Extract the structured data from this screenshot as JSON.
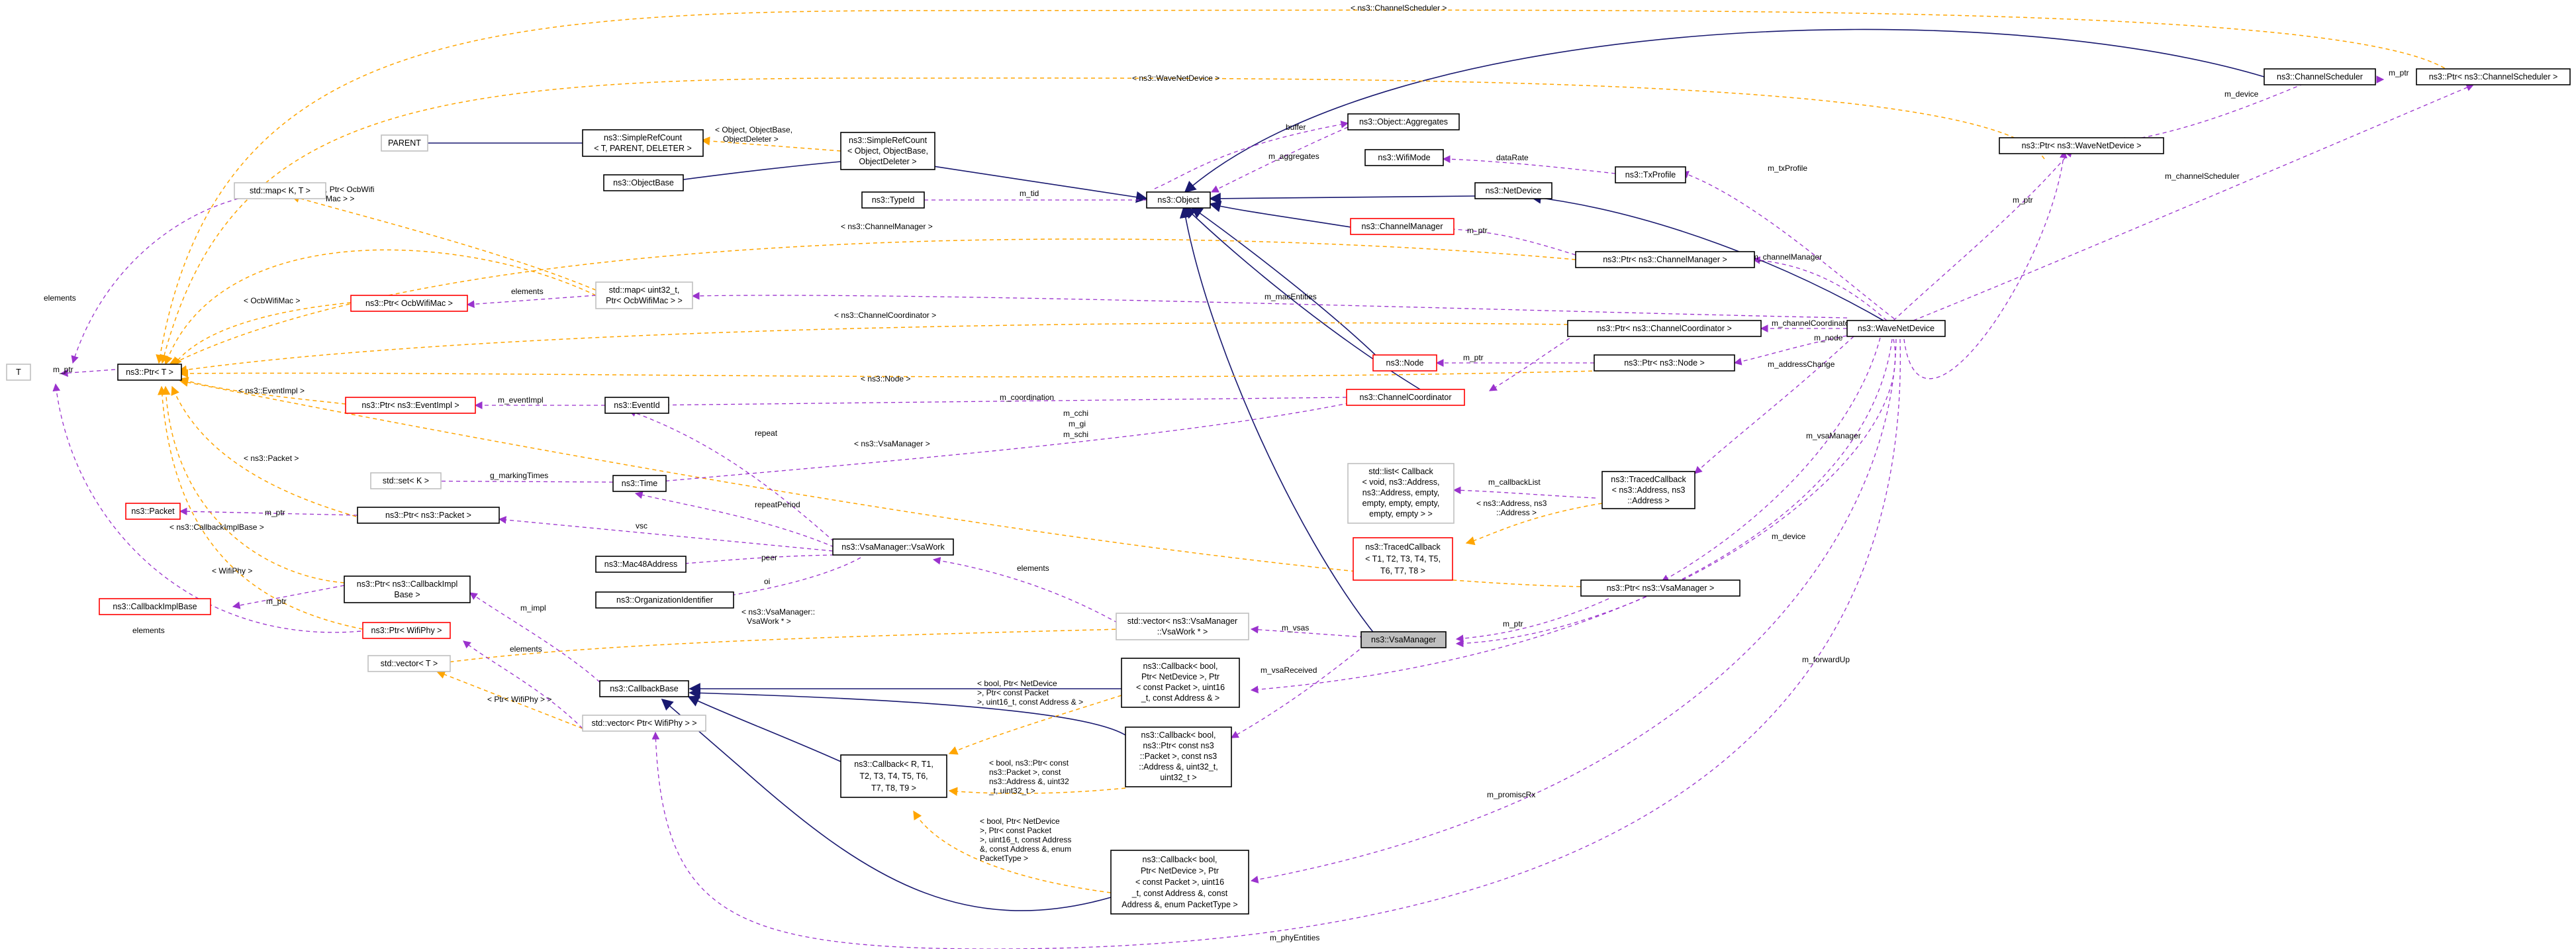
{
  "nodes": {
    "T": "T",
    "ptr_t": "ns3::Ptr< T >",
    "parent": "PARENT",
    "simplerefcount_t": [
      "ns3::SimpleRefCount",
      "< T, PARENT, DELETER >"
    ],
    "objectbase": "ns3::ObjectBase",
    "simplerefcount_obj": [
      "ns3::SimpleRefCount",
      "< Object, ObjectBase,",
      "ObjectDeleter >"
    ],
    "typeid": "ns3::TypeId",
    "object": "ns3::Object",
    "aggregates": "ns3::Object::Aggregates",
    "wifimode": "ns3::WifiMode",
    "txprofile": "ns3::TxProfile",
    "netdevice": "ns3::NetDevice",
    "channelmanager": "ns3::ChannelManager",
    "ptr_channelmanager": "ns3::Ptr< ns3::ChannelManager >",
    "ptr_channelcoordinator": "ns3::Ptr< ns3::ChannelCoordinator >",
    "node": "ns3::Node",
    "ptr_node": "ns3::Ptr< ns3::Node >",
    "channelcoordinator": "ns3::ChannelCoordinator",
    "channelscheduler": "ns3::ChannelScheduler",
    "ptr_channelscheduler": "ns3::Ptr< ns3::ChannelScheduler >",
    "ptr_wavenetdevice": "ns3::Ptr< ns3::WaveNetDevice >",
    "wavenetdevice": "ns3::WaveNetDevice",
    "map_k_t": "std::map< K, T >",
    "map_uint32": [
      "std::map< uint32_t,",
      "Ptr< OcbWifiMac > >"
    ],
    "ptr_ocbwifimac": "ns3::Ptr< OcbWifiMac >",
    "ptr_eventimpl": "ns3::Ptr< ns3::EventImpl >",
    "eventid": "ns3::EventId",
    "set_k": "std::set< K >",
    "time": "ns3::Time",
    "packet": "ns3::Packet",
    "ptr_packet": "ns3::Ptr< ns3::Packet >",
    "vsawork": "ns3::VsaManager::VsaWork",
    "mac48": "ns3::Mac48Address",
    "orgid": "ns3::OrganizationIdentifier",
    "callbackimplbase": "ns3::CallbackImplBase",
    "ptr_callbackimplbase": [
      "ns3::Ptr< ns3::CallbackImpl",
      "Base >"
    ],
    "ptr_wifiphy": "ns3::Ptr< WifiPhy >",
    "vector_t": "std::vector< T >",
    "callbackbase": "ns3::CallbackBase",
    "vector_wifiphy": "std::vector< Ptr< WifiPhy > >",
    "list_callback": [
      "std::list< Callback",
      "< void, ns3::Address,",
      "ns3::Address, empty,",
      "empty, empty, empty,",
      "empty, empty > >"
    ],
    "tracedcallback_addr": [
      "ns3::TracedCallback",
      "< ns3::Address, ns3",
      "::Address >"
    ],
    "tracedcallback_t": [
      "ns3::TracedCallback",
      "< T1, T2, T3, T4, T5,",
      "T6, T7, T8 >"
    ],
    "vector_vsawork": [
      "std::vector< ns3::VsaManager",
      "::VsaWork * >"
    ],
    "vsamanager": "ns3::VsaManager",
    "ptr_vsamanager": "ns3::Ptr< ns3::VsaManager >",
    "callback_bool_1": [
      "ns3::Callback< bool,",
      "Ptr< NetDevice >, Ptr",
      "< const Packet >, uint16",
      "_t, const Address & >"
    ],
    "callback_bool_2": [
      "ns3::Callback< bool,",
      "ns3::Ptr< const ns3",
      "::Packet >, const ns3",
      "::Address &, uint32_t,",
      "uint32_t >"
    ],
    "callback_r": [
      "ns3::Callback< R, T1,",
      "T2, T3, T4, T5, T6,",
      "T7, T8, T9 >"
    ],
    "callback_bool_3": [
      "ns3::Callback< bool,",
      "Ptr< NetDevice >, Ptr",
      "< const Packet >, uint16",
      "_t, const Address &, const",
      "Address &, enum PacketType >"
    ]
  },
  "labels": {
    "channelscheduler_tpl": "< ns3::ChannelScheduler >",
    "wavenetdevice_tpl": "< ns3::WaveNetDevice >",
    "object_tpl": [
      "< Object, ObjectBase,",
      "ObjectDeleter >"
    ],
    "buffer": "buffer",
    "m_aggregates": "m_aggregates",
    "m_tid": "m_tid",
    "datarate": "dataRate",
    "m_ptr": "m_ptr",
    "m_device": "m_device",
    "m_txprofile": "m_txProfile",
    "m_channelscheduler": "m_channelScheduler",
    "uint32_tpl": [
      "< uint32_t, Ptr< OcbWifi",
      "Mac > >"
    ],
    "channelmanager_tpl": "< ns3::ChannelManager >",
    "m_channelmanager": "m_channelManager",
    "elements": "elements",
    "ocbwifimac_tpl": "< OcbWifiMac >",
    "m_macentities": "m_macEntities",
    "channelcoordinator_tpl": "< ns3::ChannelCoordinator >",
    "m_channelcoordinator": "m_channelCoordinator",
    "m_node": "m_node",
    "node_tpl": "< ns3::Node >",
    "eventimpl_tpl": "< ns3::EventImpl >",
    "m_eventimpl": "m_eventImpl",
    "m_coordination": "m_coordination",
    "m_addresschange": "m_addressChange",
    "vsamanager_tpl": "< ns3::VsaManager >",
    "timers": [
      "m_cchi",
      "m_gi",
      "m_schi"
    ],
    "repeat": "repeat",
    "g_markingtimes": "g_markingTimes",
    "packet_tpl": "< ns3::Packet >",
    "repeatperiod": "repeatPeriod",
    "vsc": "vsc",
    "m_callbacklist": "m_callbackList",
    "addr_tpl": [
      "< ns3::Address, ns3",
      "::Address >"
    ],
    "m_vsamanager": "m_vsaManager",
    "callbackimplbase_tpl": "< ns3::CallbackImplBase >",
    "peer": "peer",
    "oi": "oi",
    "wifiphy_tpl": "< WifiPhy >",
    "m_impl": "m_impl",
    "vsawork_tpl": [
      "< ns3::VsaManager::",
      "VsaWork * >"
    ],
    "m_vsas": "m_vsas",
    "m_forwardup": "m_forwardUp",
    "m_vsareceived": "m_vsaReceived",
    "ptr_wifiphy_tpl": "< Ptr< WifiPhy > >",
    "bool_tpl_1": [
      "< bool, Ptr< NetDevice",
      ">, Ptr< const Packet",
      ">, uint16_t, const Address & >"
    ],
    "bool_tpl_2": [
      "< bool, ns3::Ptr< const",
      "ns3::Packet >, const",
      "ns3::Address &, uint32",
      "_t, uint32_t >"
    ],
    "bool_tpl_3": [
      "< bool, Ptr< NetDevice",
      ">, Ptr< const Packet",
      ">, uint16_t, const Address",
      "&, const Address &, enum",
      "PacketType >"
    ],
    "m_promiscrx": "m_promiscRx",
    "m_phyentities": "m_phyEntities"
  },
  "colors": {
    "usage_edge": "#9a32cd",
    "template_edge": "#ffa500",
    "inheritance_edge": "#191970",
    "undocumented_border": "#ff0000",
    "external_border": "#bfbfbf",
    "focus_fill": "#bfbfbf"
  }
}
